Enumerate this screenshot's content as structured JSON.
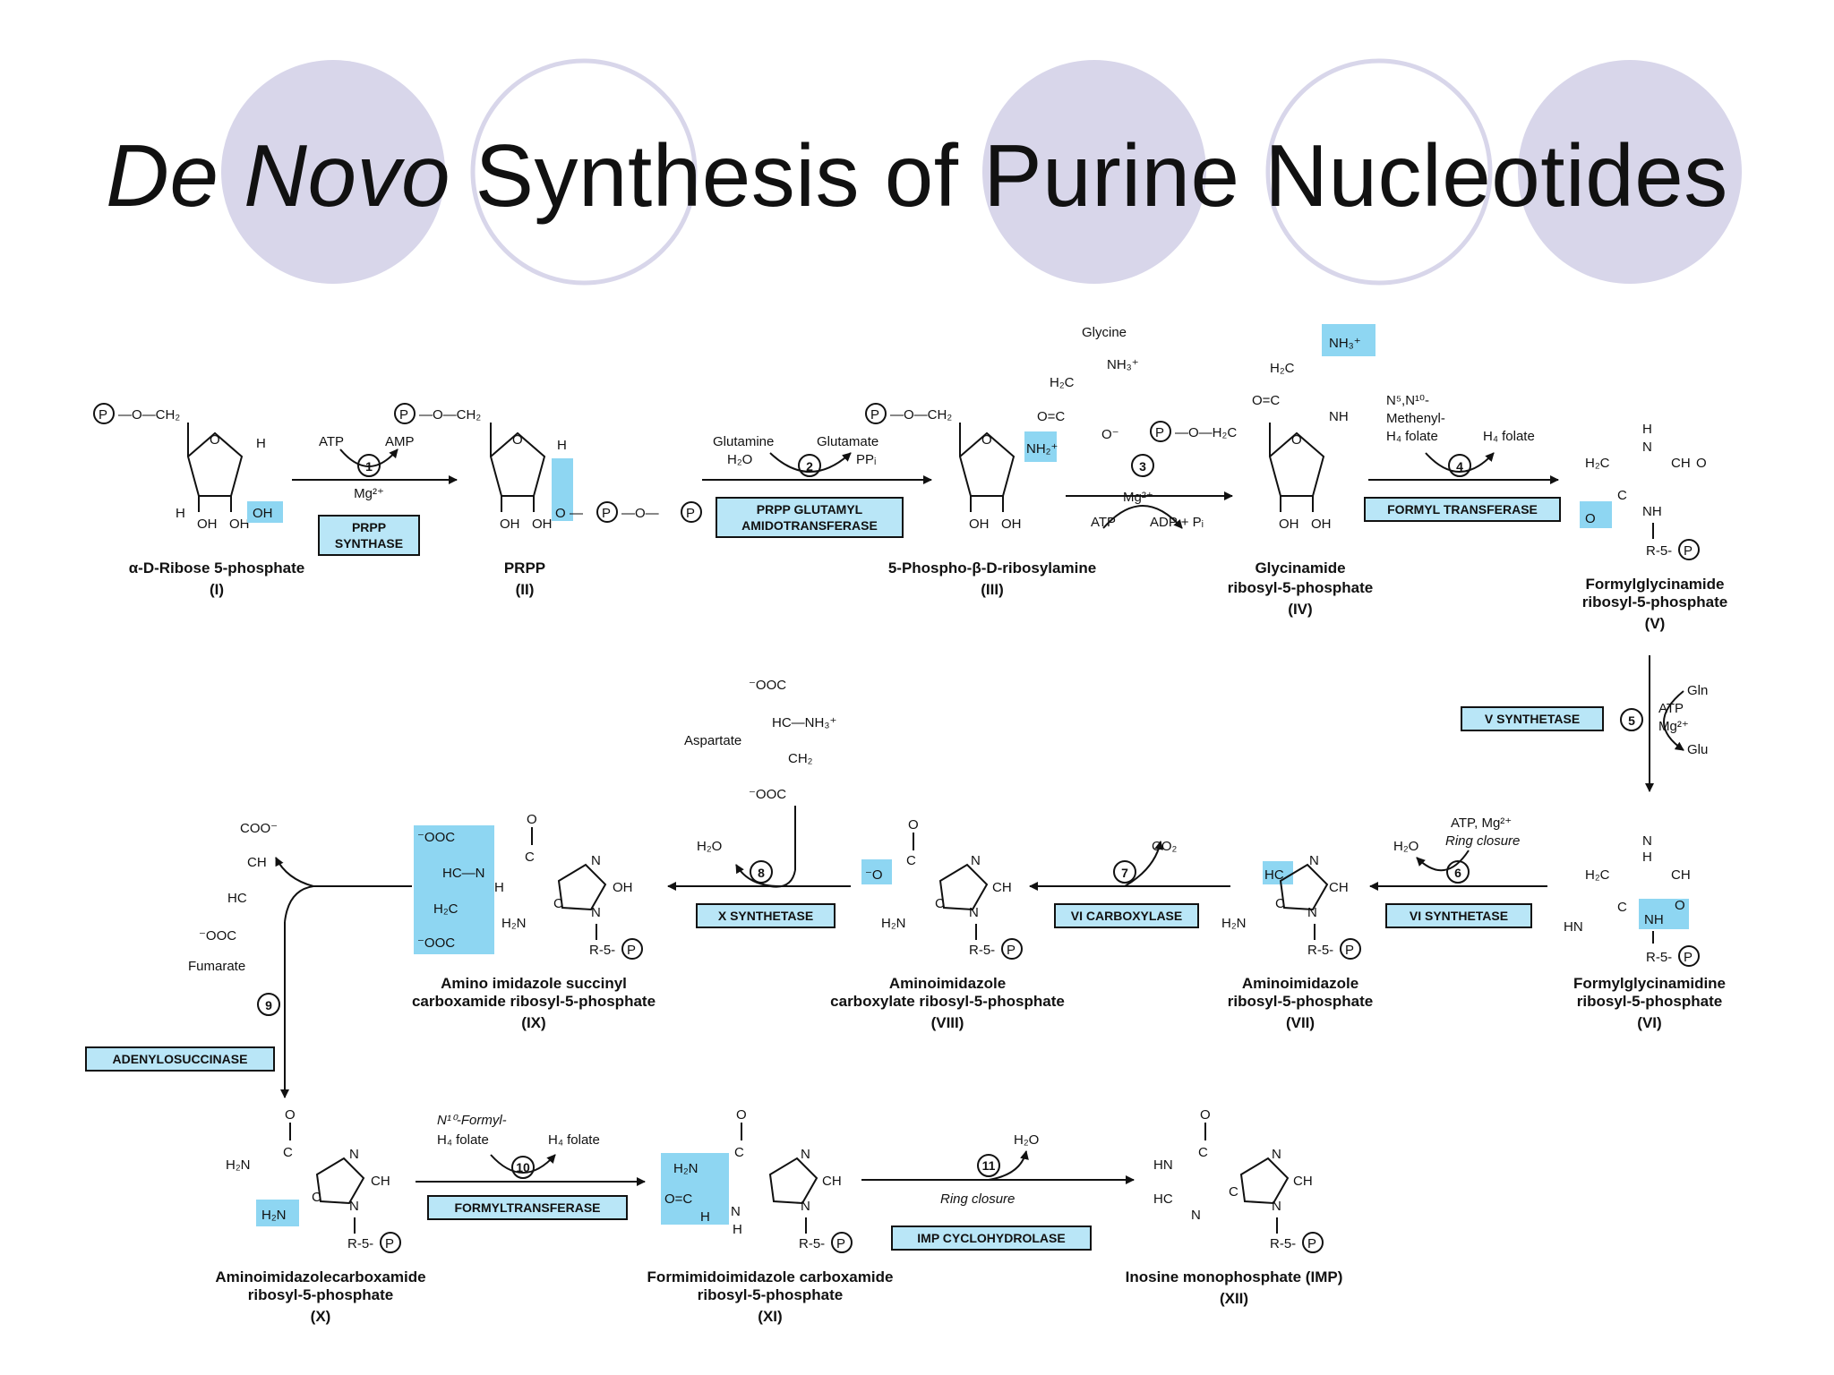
{
  "title": {
    "italic": "De Novo",
    "rest": " Synthesis of Purine Nucleotides"
  },
  "colors": {
    "circle_fill": "#d8d6ea",
    "circle_outline": "#d8d6ea",
    "highlight": "#8ed6f2",
    "enzyme_box": "#b9e6f7"
  },
  "compounds": [
    {
      "name": "α-D-Ribose 5-phosphate",
      "num": "(I)"
    },
    {
      "name": "PRPP",
      "num": "(II)"
    },
    {
      "name": "5-Phospho-β-D-ribosylamine",
      "num": "(III)"
    },
    {
      "name": "Glycinamide",
      "name2": "ribosyl-5-phosphate",
      "num": "(IV)"
    },
    {
      "name": "Formylglycinamide",
      "name2": "ribosyl-5-phosphate",
      "num": "(V)"
    },
    {
      "name": "Formylglycinamidine",
      "name2": "ribosyl-5-phosphate",
      "num": "(VI)"
    },
    {
      "name": "Aminoimidazole",
      "name2": "ribosyl-5-phosphate",
      "num": "(VII)"
    },
    {
      "name": "Aminoimidazole",
      "name2": "carboxylate ribosyl-5-phosphate",
      "num": "(VIII)"
    },
    {
      "name": "Amino imidazole succinyl",
      "name2": "carboxamide ribosyl-5-phosphate",
      "num": "(IX)"
    },
    {
      "name": "Aminoimidazolecarboxamide",
      "name2": "ribosyl-5-phosphate",
      "num": "(X)"
    },
    {
      "name": "Formimidoimidazole carboxamide",
      "name2": "ribosyl-5-phosphate",
      "num": "(XI)"
    },
    {
      "name": "Inosine monophosphate (IMP)",
      "num": "(XII)"
    }
  ],
  "enzymes": {
    "e1": [
      "PRPP",
      "SYNTHASE"
    ],
    "e2": [
      "PRPP GLUTAMYL",
      "AMIDOTRANSFERASE"
    ],
    "e4": [
      "FORMYL TRANSFERASE"
    ],
    "e5": [
      "V SYNTHETASE"
    ],
    "e6": [
      "VI SYNTHETASE"
    ],
    "e7": [
      "VI CARBOXYLASE"
    ],
    "e8": [
      "X SYNTHETASE"
    ],
    "e9": [
      "ADENYLOSUCCINASE"
    ],
    "e10": [
      "FORMYLTRANSFERASE"
    ],
    "e11": [
      "IMP CYCLOHYDROLASE"
    ]
  },
  "steps": [
    "1",
    "2",
    "3",
    "4",
    "5",
    "6",
    "7",
    "8",
    "9",
    "10",
    "11"
  ],
  "cofactors": {
    "s1_in": "ATP",
    "s1_out": "AMP",
    "s1_mg": "Mg²⁺",
    "s2_in1": "Glutamine",
    "s2_in2": "H₂O",
    "s2_out1": "Glutamate",
    "s2_out2": "PPᵢ",
    "s3_mg": "Mg²⁺",
    "s3_in": "ATP",
    "s3_out": "ADP + Pᵢ",
    "glycine": "Glycine",
    "s4_in1": "N⁵,N¹⁰-",
    "s4_in2": "Methenyl-",
    "s4_in3": "H₄ folate",
    "s4_out": "H₄ folate",
    "s5_in": "Gln",
    "s5_atp": "ATP",
    "s5_mg": "Mg²⁺",
    "s5_out": "Glu",
    "s6_h2o": "H₂O",
    "s6_atp": "ATP, Mg²⁺",
    "s6_ring": "Ring closure",
    "s7_co2": "CO₂",
    "s8_h2o": "H₂O",
    "aspartate": "Aspartate",
    "fumarate": "Fumarate",
    "s10_in1": "N¹⁰-Formyl-",
    "s10_in2": "H₄ folate",
    "s10_out": "H₄ folate",
    "s11_h2o": "H₂O",
    "s11_ring": "Ring closure"
  }
}
